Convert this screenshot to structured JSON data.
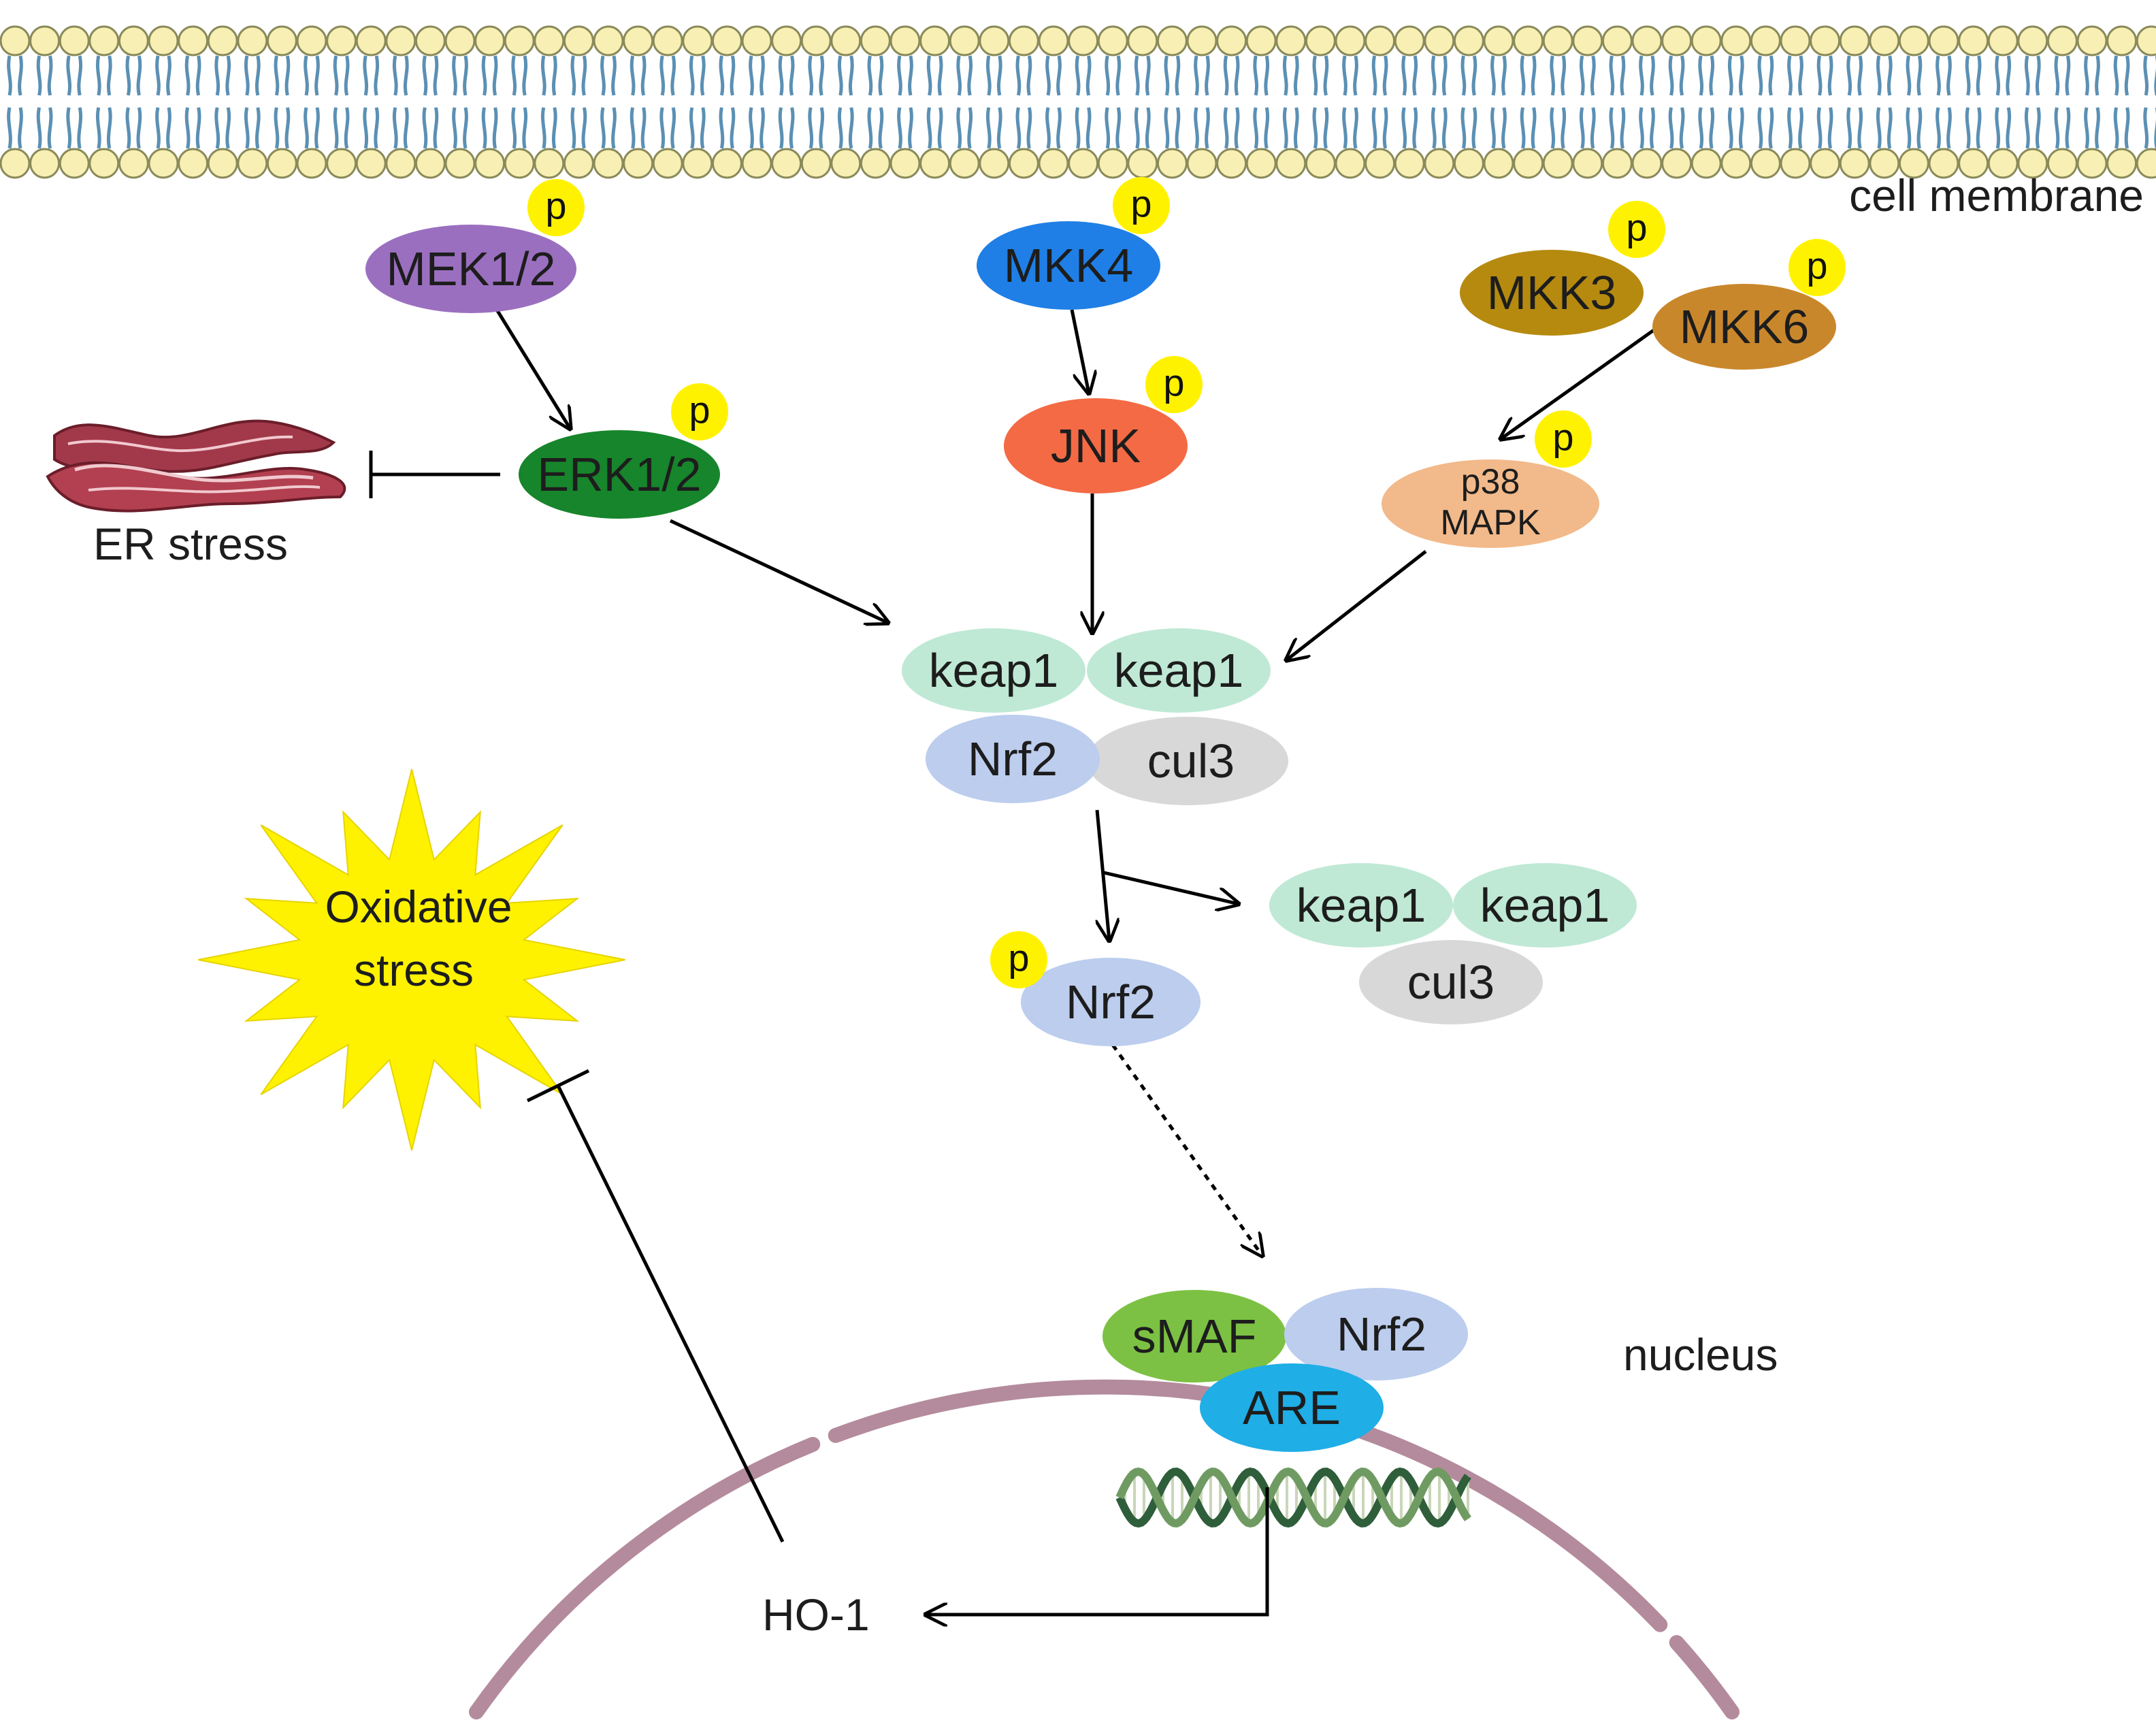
{
  "labels": {
    "cell_membrane": "cell membrane",
    "er_stress": "ER stress",
    "oxidative_stress_line1": "Oxidative",
    "oxidative_stress_line2": "stress",
    "nucleus": "nucleus",
    "ho1": "HO-1",
    "phospho": "p"
  },
  "nodes": {
    "mek12": "MEK1/2",
    "erk12": "ERK1/2",
    "mkk4": "MKK4",
    "jnk": "JNK",
    "mkk3": "MKK3",
    "mkk6": "MKK6",
    "p38_line1": "p38",
    "p38_line2": "MAPK",
    "keap1_a": "keap1",
    "keap1_b": "keap1",
    "nrf2_complex": "Nrf2",
    "cul3_complex": "cul3",
    "keap1_c": "keap1",
    "keap1_d": "keap1",
    "cul3_free": "cul3",
    "nrf2_free": "Nrf2",
    "smaf": "sMAF",
    "nrf2_nucleus": "Nrf2",
    "are": "ARE"
  },
  "colors": {
    "mek12": "#9b6fc0",
    "erk12": "#17852b",
    "mkk4": "#1f7fe6",
    "jnk": "#f36a45",
    "mkk3": "#b58a0f",
    "mkk6": "#c9872c",
    "p38": "#f2b98a",
    "keap1": "#bfe9d5",
    "nrf2": "#bccdee",
    "cul3": "#d8d8d8",
    "smaf": "#7cc143",
    "are": "#1faee6",
    "phospho": "#fff200",
    "membrane_head": "#f7efb3",
    "membrane_tail": "#5b90b4",
    "nucleus_envelope": "#b48b9c",
    "er": "#a2394a",
    "star": "#fff200"
  }
}
